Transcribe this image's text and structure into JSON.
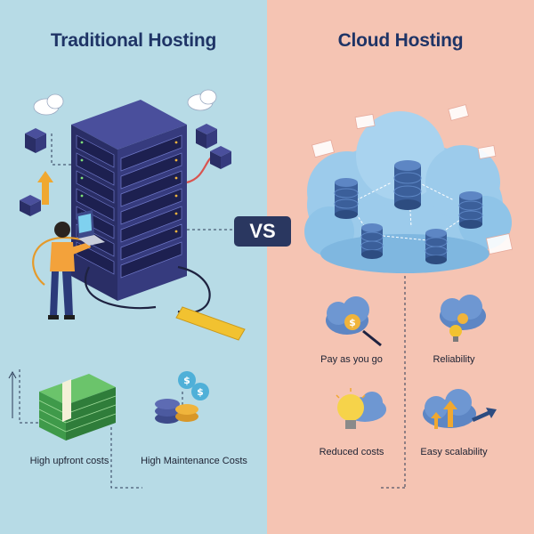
{
  "left": {
    "title": "Traditional Hosting",
    "captions": [
      "High upfront costs",
      "High Maintenance Costs"
    ]
  },
  "right": {
    "title": "Cloud Hosting",
    "features": [
      "Pay as you go",
      "Reliability",
      "Reduced costs",
      "Easy scalability"
    ]
  },
  "vs_label": "VS",
  "colors": {
    "left_bg": "#b7dbe6",
    "right_bg": "#f5c4b3",
    "title_color": "#1f3466",
    "server_color": "#2f3470",
    "cloud_color": "#8fc4e8",
    "money_color": "#3f9a4a",
    "coin_color": "#f0b43c"
  },
  "icons": [
    "server-rack-icon",
    "person-icon",
    "laptop-icon",
    "cash-stack-icon",
    "coin-stack-icon",
    "cloud-icon",
    "database-icon",
    "dollar-cloud-icon",
    "lightbulb-icon",
    "scalability-icon"
  ]
}
